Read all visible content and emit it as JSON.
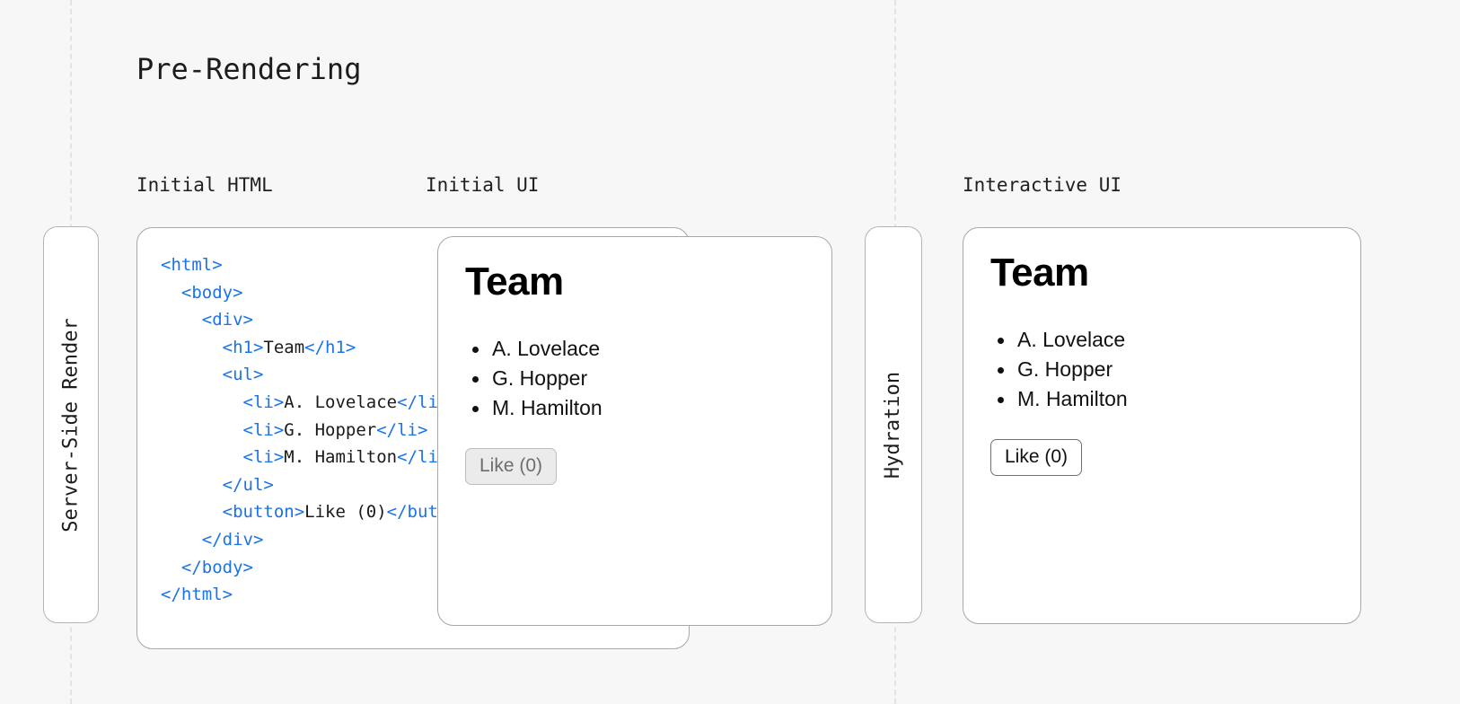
{
  "diagram": {
    "title": "Pre-Rendering",
    "background_color": "#f7f7f7",
    "accent_tag_color": "#1a73e8"
  },
  "captions": {
    "initial_html": "Initial HTML",
    "initial_ui": "Initial UI",
    "interactive_ui": "Interactive UI"
  },
  "phases": {
    "server_side_render": "Server-Side Render",
    "hydration": "Hydration"
  },
  "code": {
    "lines": [
      [
        {
          "t": "tag",
          "s": "<html>"
        }
      ],
      [
        {
          "t": "tag",
          "s": "  <body>"
        }
      ],
      [
        {
          "t": "tag",
          "s": "    <div>"
        }
      ],
      [
        {
          "t": "tag",
          "s": "      <h1>"
        },
        {
          "t": "text",
          "s": "Team"
        },
        {
          "t": "tag",
          "s": "</h1>"
        }
      ],
      [
        {
          "t": "tag",
          "s": "      <ul>"
        }
      ],
      [
        {
          "t": "tag",
          "s": "        <li>"
        },
        {
          "t": "text",
          "s": "A. Lovelace"
        },
        {
          "t": "tag",
          "s": "</li>"
        }
      ],
      [
        {
          "t": "tag",
          "s": "        <li>"
        },
        {
          "t": "text",
          "s": "G. Hopper"
        },
        {
          "t": "tag",
          "s": "</li>"
        }
      ],
      [
        {
          "t": "tag",
          "s": "        <li>"
        },
        {
          "t": "text",
          "s": "M. Hamilton"
        },
        {
          "t": "tag",
          "s": "</li>"
        }
      ],
      [
        {
          "t": "tag",
          "s": "      </ul>"
        }
      ],
      [
        {
          "t": "tag",
          "s": "      <button>"
        },
        {
          "t": "text",
          "s": "Like (0)"
        },
        {
          "t": "tag",
          "s": "</button>"
        }
      ],
      [
        {
          "t": "tag",
          "s": "    </div>"
        }
      ],
      [
        {
          "t": "tag",
          "s": "  </body>"
        }
      ],
      [
        {
          "t": "tag",
          "s": "</html>"
        }
      ]
    ]
  },
  "initial_ui": {
    "heading": "Team",
    "members": [
      "A. Lovelace",
      "G. Hopper",
      "M. Hamilton"
    ],
    "button_label": "Like (0)",
    "button_state": "disabled"
  },
  "interactive_ui": {
    "heading": "Team",
    "members": [
      "A. Lovelace",
      "G. Hopper",
      "M. Hamilton"
    ],
    "button_label": "Like (0)",
    "button_state": "enabled"
  }
}
